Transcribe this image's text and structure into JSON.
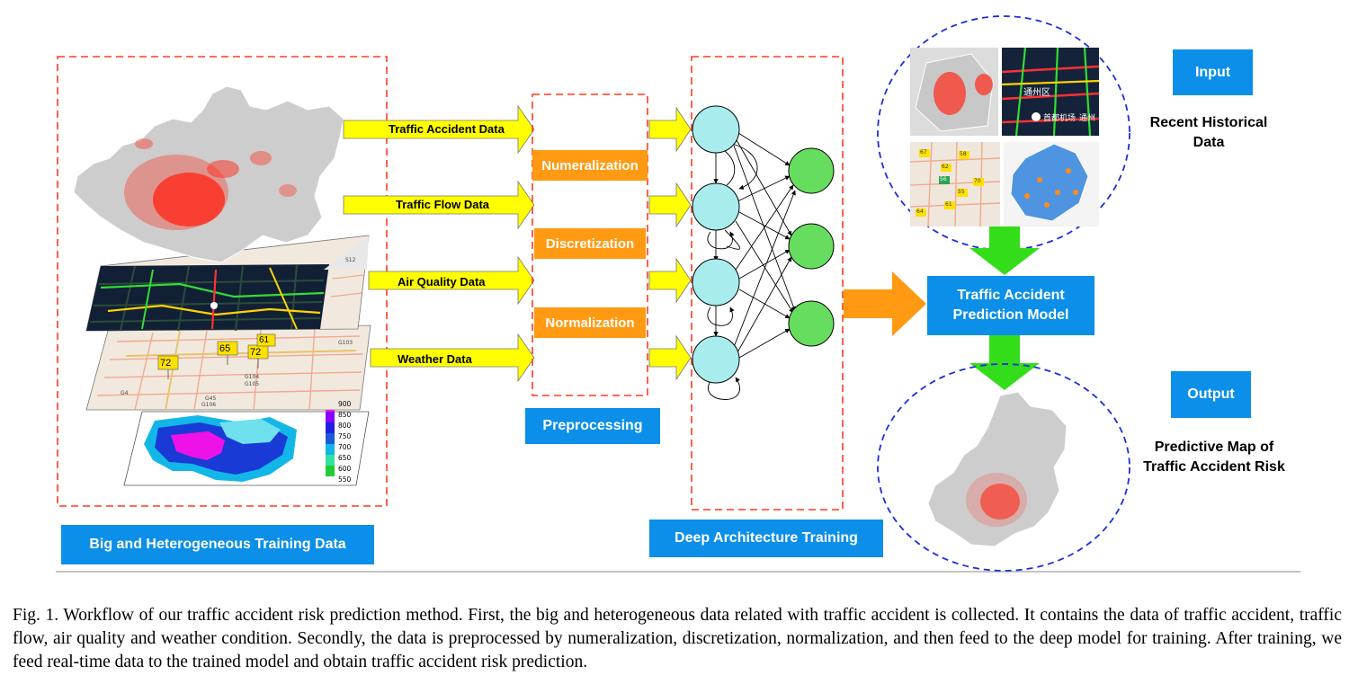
{
  "boxes": {
    "training_data": "Big and Heterogeneous Training Data",
    "preprocessing": "Preprocessing",
    "deep_training": "Deep Architecture Training",
    "model": "Traffic Accident Prediction Model",
    "input": "Input",
    "output": "Output"
  },
  "arrow_labels": [
    "Traffic Accident Data",
    "Traffic Flow Data",
    "Air Quality Data",
    "Weather Data"
  ],
  "preprocessing_steps": [
    "Numeralization",
    "Discretization",
    "Normalization"
  ],
  "notes": {
    "recent_historical": [
      "Recent Historical",
      "Data"
    ],
    "predictive_map": [
      "Predictive Map of",
      "Traffic Accident Risk"
    ]
  },
  "map_text": {
    "aqi_values": [
      "72",
      "65",
      "72",
      "61"
    ],
    "weather_legend": [
      "900",
      "850",
      "800",
      "750",
      "700",
      "650",
      "600",
      "550"
    ],
    "road_labels": [
      "S12",
      "G103",
      "G104",
      "G105",
      "G106",
      "G45",
      "G4"
    ],
    "district_labels": [
      "通州区",
      "首都机场",
      "通州"
    ],
    "input_aqi_values": [
      "67",
      "58",
      "62",
      "56",
      "55",
      "70",
      "61",
      "64"
    ]
  },
  "caption": "Fig. 1.  Workflow of our traffic accident risk prediction method. First, the big and heterogeneous data related with traffic accident is collected. It contains the data of traffic accident, traffic flow, air quality and weather condition. Secondly, the data is preprocessed by numeralization, discretization, normalization, and then feed to the deep model for training. After training, we feed real-time data to the trained model and obtain traffic accident risk prediction.",
  "colors": {
    "label_blue": "#0b8fe8",
    "step_orange": "#ff9a12",
    "arrow_yellow": "#ffff00",
    "arrow_green": "#33dd1a",
    "arrow_orange": "#ff9a12",
    "dashed_red": "#ff3b1f",
    "dashed_blue": "#1a2ee0",
    "neuron_cyan": "#a9ecee",
    "neuron_green": "#66dd5e",
    "accident_red": "#ff2a1a",
    "map_gray": "#cdcdcd"
  }
}
